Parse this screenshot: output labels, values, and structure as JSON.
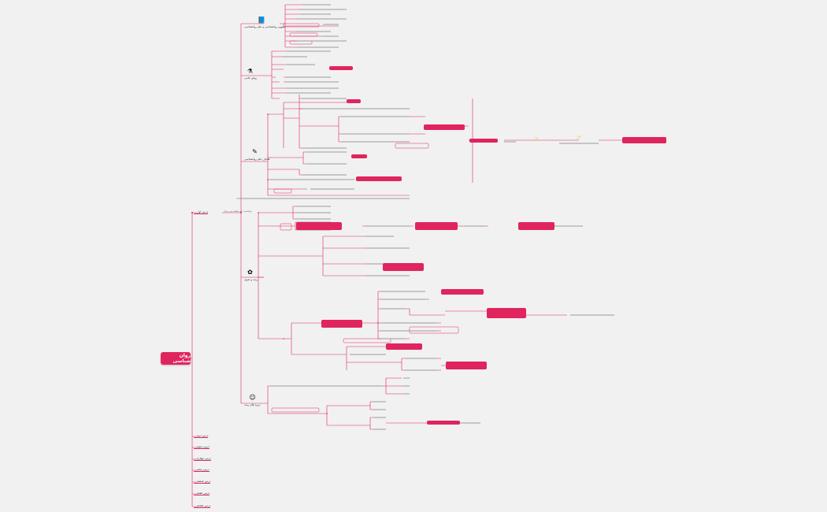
{
  "mindmap": {
    "root": "روان شناسی",
    "lessons": [
      "درس اول",
      "درس دوم",
      "درس سوم",
      "درس چهارم",
      "درس پنجم",
      "درس ششم",
      "درس هفتم",
      "درس هشتم"
    ],
    "topics": [
      "مفهوم روانشناسی و علم روانشناسی",
      "روش علمی",
      "اهداف علم روانشناسی",
      "رشد و تحول",
      "دوره های رشد"
    ],
    "lesson1_caption": "روانشناسی علم مطالعه ذهن و رفتار",
    "icons": [
      "book-icon",
      "flask-icon",
      "pencil-icon",
      "brain-icon",
      "baby-icon",
      "sticker-icon"
    ]
  },
  "colors": {
    "accent": "#e0245e",
    "background": "#f1f1f1",
    "text": "#333333"
  }
}
